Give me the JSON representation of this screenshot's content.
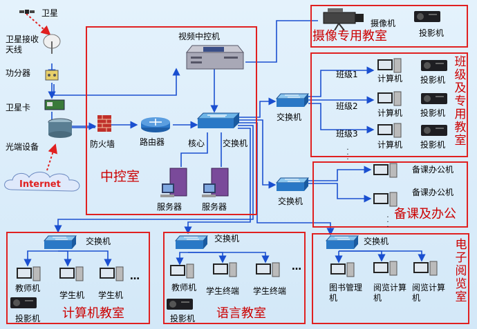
{
  "labels": {
    "satellite": "卫星",
    "sat_antenna": "卫星接收天线",
    "amplifier": "功分器",
    "sat_card": "卫星卡",
    "optical": "光端设备",
    "internet": "Internet",
    "firewall": "防火墙",
    "router": "路由器",
    "core": "核心",
    "core_switch": "交换机",
    "video_ctrl": "视频中控机",
    "server1": "服务器",
    "server2": "服务器",
    "camera": "摄像机",
    "projector_cam": "投影机",
    "class1": "班级1",
    "class2": "班级2",
    "class3": "班级3",
    "computer": "计算机",
    "projector": "投影机",
    "switch": "交换机",
    "prep_office1": "备课办公机",
    "prep_office2": "备课办公机",
    "teacher_pc": "教师机",
    "student_pc": "学生机",
    "student_term": "学生终端",
    "library": "图书管理机",
    "reading": "阅览计算机",
    "ellipsis": "…"
  },
  "zones": {
    "control_room": "中控室",
    "camera_room": "摄像专用教室",
    "class_rooms": "班级及专用教室",
    "prep_office": "备课及办公",
    "computer_room": "计算机教室",
    "language_room": "语言教室",
    "reading_room": "电子阅览室"
  },
  "colors": {
    "zone_border": "#e02020",
    "zone_text": "#cc0000",
    "wire": "#1a4fd0",
    "dash": "#e02020",
    "background": "#d8ecfa"
  }
}
